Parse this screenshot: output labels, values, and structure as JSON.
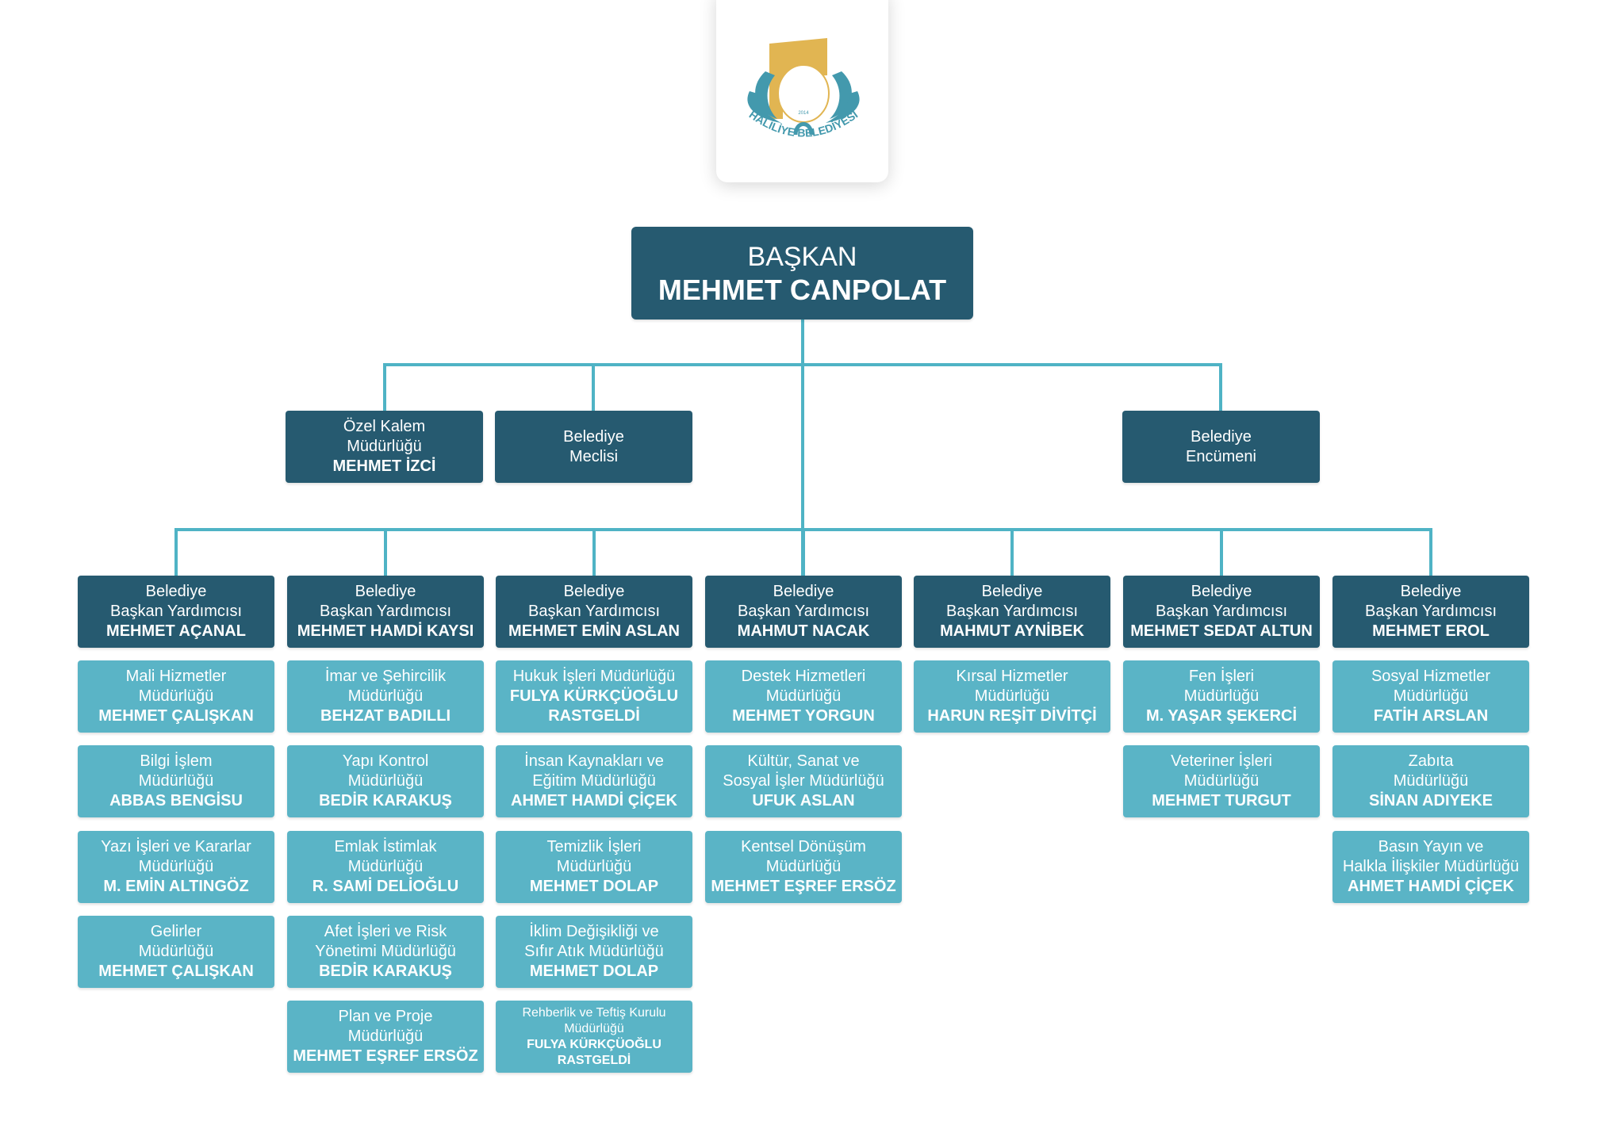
{
  "logo": {
    "text": "HALİLİYE BELEDİYESİ",
    "year": "2014",
    "colors": {
      "gold": "#e1b552",
      "teal": "#4399ad"
    }
  },
  "colors": {
    "dark": "#265a70",
    "light": "#5ab4c6",
    "line": "#4fb3c5"
  },
  "president": {
    "title": "BAŞKAN",
    "name": "MEHMET CANPOLAT"
  },
  "second_level": [
    {
      "lines": [
        "Özel Kalem",
        "Müdürlüğü"
      ],
      "name": "MEHMET İZCİ"
    },
    {
      "lines": [
        "Belediye",
        "Meclisi"
      ],
      "name": ""
    },
    {
      "lines": [
        "Belediye",
        "Encümeni"
      ],
      "name": ""
    }
  ],
  "columns": [
    {
      "vp": {
        "lines": [
          "Belediye",
          "Başkan Yardımcısı"
        ],
        "name": "MEHMET AÇANAL"
      },
      "units": [
        {
          "lines": [
            "Mali Hizmetler",
            "Müdürlüğü"
          ],
          "name": "MEHMET ÇALIŞKAN"
        },
        {
          "lines": [
            "Bilgi İşlem",
            "Müdürlüğü"
          ],
          "name": "ABBAS BENGİSU"
        },
        {
          "lines": [
            "Yazı İşleri ve Kararlar",
            "Müdürlüğü"
          ],
          "name": "M. EMİN ALTINGÖZ"
        },
        {
          "lines": [
            "Gelirler",
            "Müdürlüğü"
          ],
          "name": "MEHMET ÇALIŞKAN"
        }
      ]
    },
    {
      "vp": {
        "lines": [
          "Belediye",
          "Başkan Yardımcısı"
        ],
        "name": "MEHMET HAMDİ KAYSI"
      },
      "units": [
        {
          "lines": [
            "İmar ve Şehircilik",
            "Müdürlüğü"
          ],
          "name": "BEHZAT BADILLI"
        },
        {
          "lines": [
            "Yapı Kontrol",
            "Müdürlüğü"
          ],
          "name": "BEDİR KARAKUŞ"
        },
        {
          "lines": [
            "Emlak İstimlak",
            "Müdürlüğü"
          ],
          "name": "R. SAMİ DELİOĞLU"
        },
        {
          "lines": [
            "Afet İşleri ve Risk",
            "Yönetimi Müdürlüğü"
          ],
          "name": "BEDİR KARAKUŞ"
        },
        {
          "lines": [
            "Plan ve Proje",
            "Müdürlüğü"
          ],
          "name": "MEHMET EŞREF ERSÖZ"
        }
      ]
    },
    {
      "vp": {
        "lines": [
          "Belediye",
          "Başkan Yardımcısı"
        ],
        "name": "MEHMET EMİN ASLAN"
      },
      "units": [
        {
          "lines": [
            "Hukuk İşleri Müdürlüğü"
          ],
          "name": "FULYA KÜRKÇÜOĞLU RASTGELDİ"
        },
        {
          "lines": [
            "İnsan Kaynakları ve",
            "Eğitim Müdürlüğü"
          ],
          "name": "AHMET HAMDİ ÇİÇEK"
        },
        {
          "lines": [
            "Temizlik İşleri",
            "Müdürlüğü"
          ],
          "name": "MEHMET DOLAP"
        },
        {
          "lines": [
            "İklim Değişikliği ve",
            "Sıfır Atık Müdürlüğü"
          ],
          "name": "MEHMET DOLAP"
        },
        {
          "lines": [
            "Rehberlik ve Teftiş Kurulu",
            "Müdürlüğü"
          ],
          "name": "FULYA KÜRKÇÜOĞLU RASTGELDİ",
          "small": true
        }
      ]
    },
    {
      "vp": {
        "lines": [
          "Belediye",
          "Başkan Yardımcısı"
        ],
        "name": "MAHMUT NACAK"
      },
      "units": [
        {
          "lines": [
            "Destek Hizmetleri",
            "Müdürlüğü"
          ],
          "name": "MEHMET YORGUN"
        },
        {
          "lines": [
            "Kültür, Sanat ve",
            "Sosyal İşler Müdürlüğü"
          ],
          "name": "UFUK ASLAN"
        },
        {
          "lines": [
            "Kentsel Dönüşüm",
            "Müdürlüğü"
          ],
          "name": "MEHMET EŞREF ERSÖZ"
        }
      ]
    },
    {
      "vp": {
        "lines": [
          "Belediye",
          "Başkan Yardımcısı"
        ],
        "name": "MAHMUT AYNİBEK"
      },
      "units": [
        {
          "lines": [
            "Kırsal Hizmetler",
            "Müdürlüğü"
          ],
          "name": "HARUN REŞİT DİVİTÇİ"
        }
      ]
    },
    {
      "vp": {
        "lines": [
          "Belediye",
          "Başkan Yardımcısı"
        ],
        "name": "MEHMET SEDAT ALTUN"
      },
      "units": [
        {
          "lines": [
            "Fen İşleri",
            "Müdürlüğü"
          ],
          "name": "M. YAŞAR ŞEKERCİ"
        },
        {
          "lines": [
            "Veteriner İşleri",
            "Müdürlüğü"
          ],
          "name": "MEHMET TURGUT"
        }
      ]
    },
    {
      "vp": {
        "lines": [
          "Belediye",
          "Başkan Yardımcısı"
        ],
        "name": "MEHMET EROL"
      },
      "units": [
        {
          "lines": [
            "Sosyal Hizmetler",
            "Müdürlüğü"
          ],
          "name": "FATİH ARSLAN"
        },
        {
          "lines": [
            "Zabıta",
            "Müdürlüğü"
          ],
          "name": "SİNAN ADIYEKE"
        },
        {
          "lines": [
            "Basın Yayın ve",
            "Halkla İlişkiler Müdürlüğü"
          ],
          "name": "AHMET HAMDİ ÇİÇEK"
        }
      ]
    }
  ]
}
